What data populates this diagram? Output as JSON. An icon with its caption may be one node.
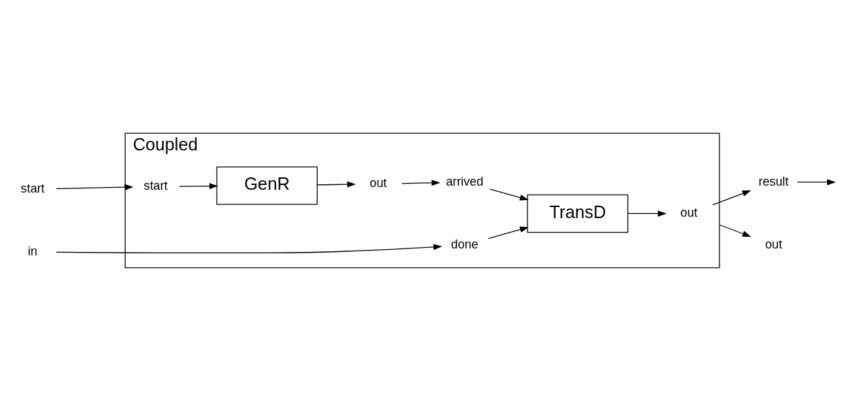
{
  "diagram": {
    "nodes": [
      {
        "text": [
          "Coupled"
        ]
      },
      {
        "text": [
          "GenR"
        ],
        "in": 0
      },
      {
        "text": [
          "TransD"
        ],
        "in": 0
      },
      {
        "text": [
          "start"
        ]
      },
      {
        "text": [
          "in"
        ]
      },
      {
        "text": [
          "start"
        ],
        "in": 0
      },
      {
        "text": [
          "out"
        ],
        "in": 0
      },
      {
        "text": [
          "arrived"
        ],
        "in": 0
      },
      {
        "text": [
          "done"
        ],
        "in": 0
      },
      {
        "text": [
          "out"
        ],
        "in": 0
      },
      {
        "text": [
          "result"
        ]
      },
      {
        "text": [
          "out"
        ]
      }
    ],
    "edges": [
      {
        "from": 3,
        "to": 5,
        "arrow": "to"
      },
      {
        "from": 5,
        "to": 1,
        "arrow": "to"
      },
      {
        "from": 1,
        "to": 6,
        "arrow": "to"
      },
      {
        "from": 6,
        "to": 7,
        "arrow": "to"
      },
      {
        "from": 4,
        "to": 8,
        "arrow": "to"
      },
      {
        "from": 7,
        "to": 2,
        "arrow": "to"
      },
      {
        "from": 8,
        "to": 2,
        "arrow": "to"
      },
      {
        "from": 2,
        "to": 9,
        "arrow": "to"
      },
      {
        "from": 9,
        "to": 10,
        "arrow": "to"
      },
      {
        "from": 10,
        "to": null,
        "arrow": "to"
      },
      {
        "from": 0,
        "to": 11,
        "arrow": "to"
      }
    ]
  }
}
